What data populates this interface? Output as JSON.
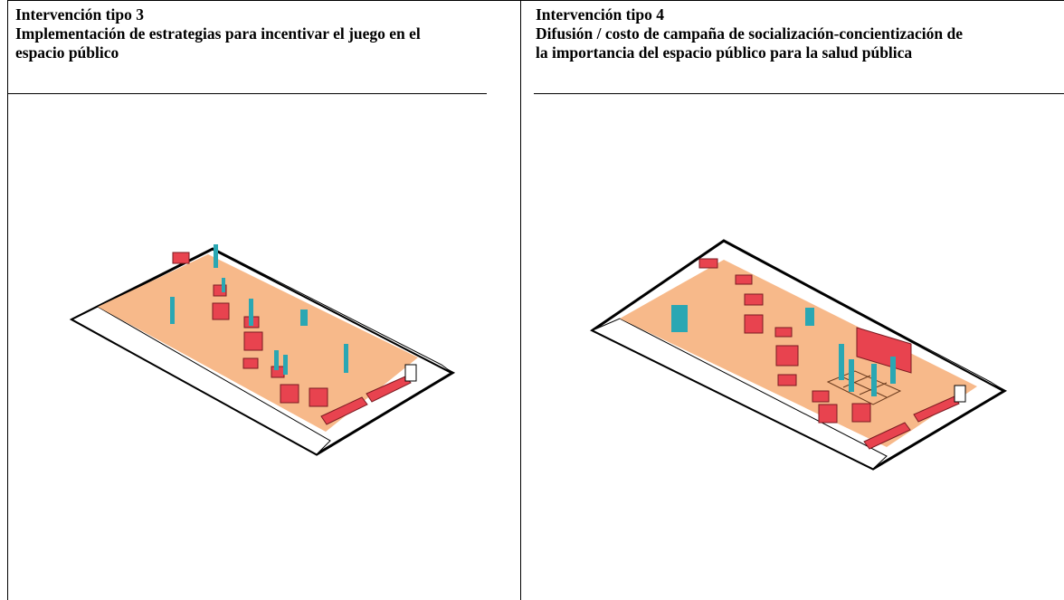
{
  "columns": [
    {
      "title": "Intervención tipo 3",
      "desc_lines": [
        "Implementación de estrategias para incentivar el juego en el",
        "espacio público"
      ]
    },
    {
      "title": "Intervención tipo 4",
      "desc_lines": [
        "Difusión / costo de campaña de socialización-concientización de",
        "la importancia del espacio público para la salud pública"
      ]
    }
  ],
  "colors": {
    "ground": "#f7b98a",
    "sidewalk": "#ffffff",
    "furniture": "#e8434f",
    "people": "#2aa7b3",
    "outline": "#000000"
  }
}
